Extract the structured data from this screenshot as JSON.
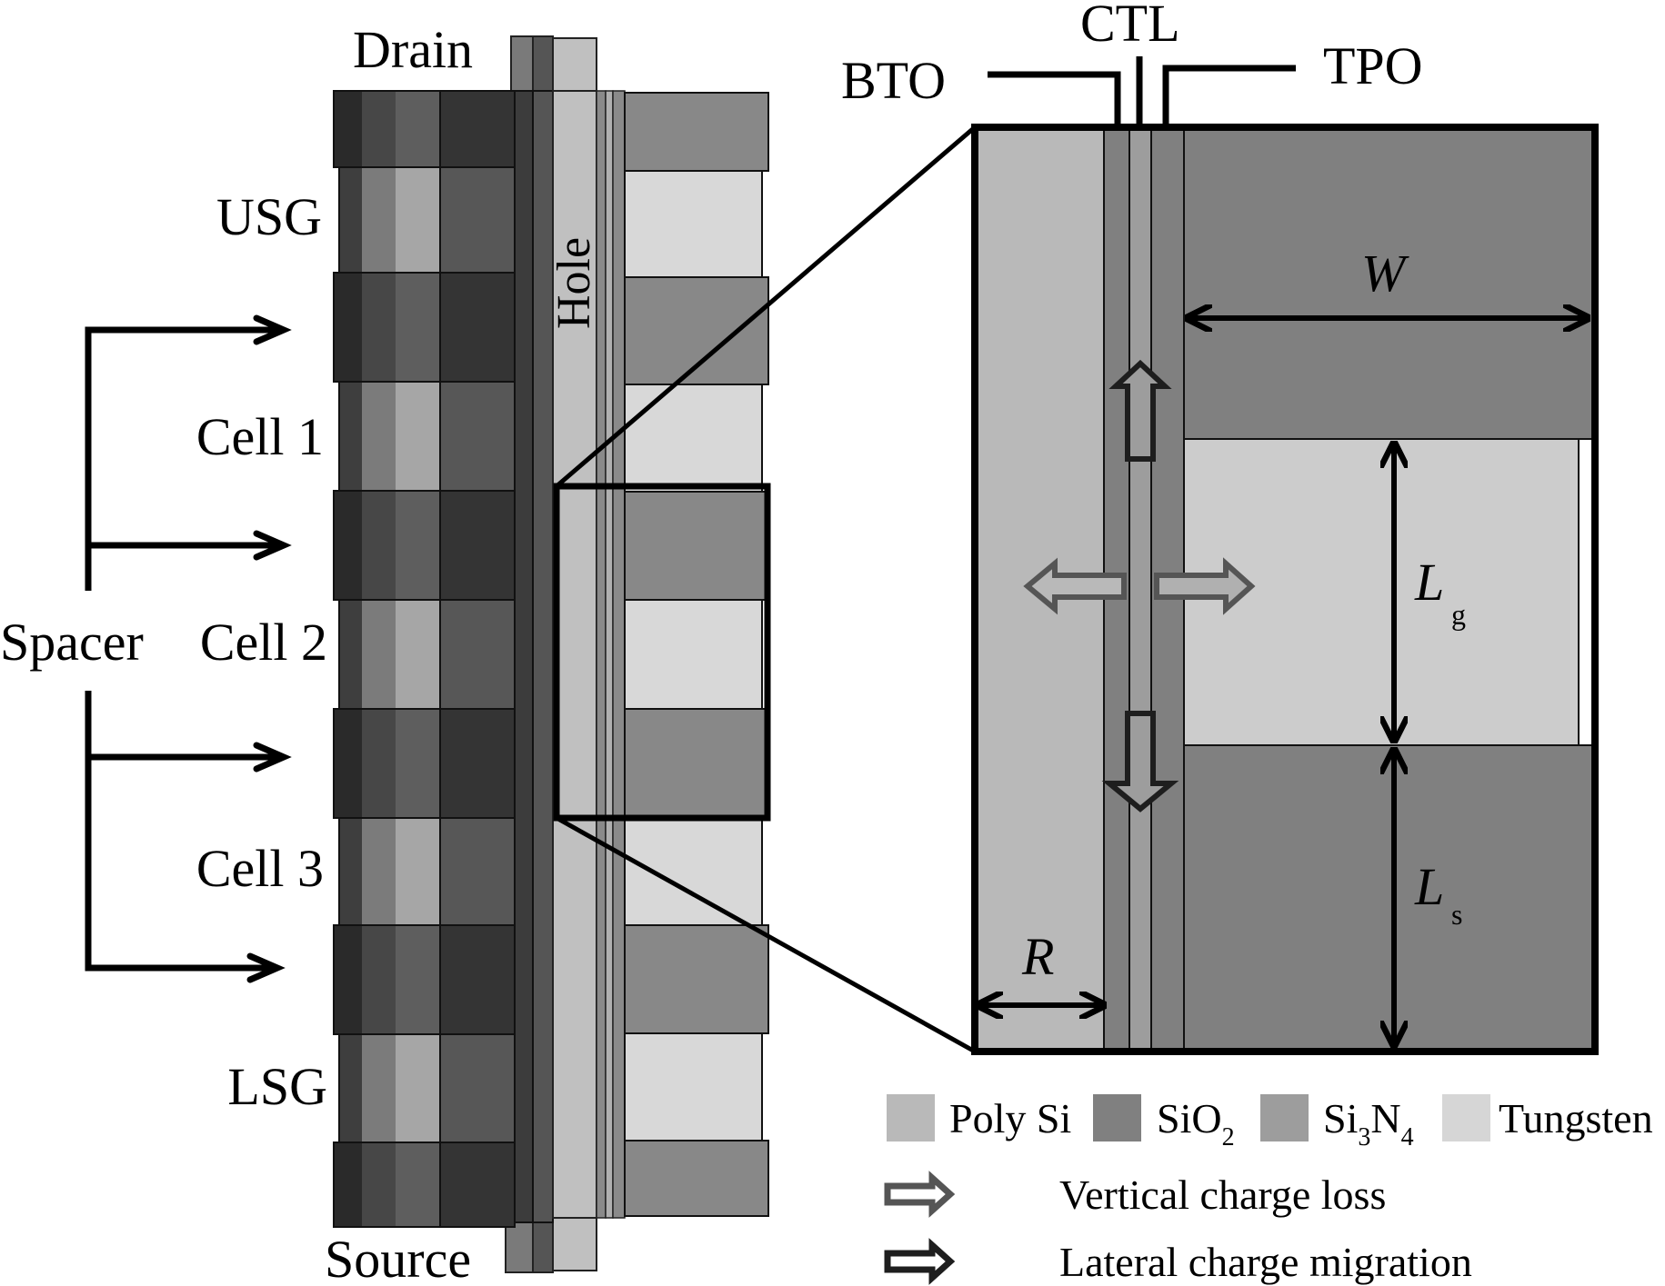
{
  "figure": {
    "column_labels": {
      "drain": "Drain",
      "usg": "USG",
      "cell1": "Cell 1",
      "spacer": "Spacer",
      "cell2": "Cell 2",
      "cell3": "Cell 3",
      "lsg": "LSG",
      "source": "Source",
      "hole": "Hole"
    },
    "layer_labels": {
      "bto": "BTO",
      "ctl": "CTL",
      "tpo": "TPO"
    },
    "dimensions": {
      "w": "W",
      "lg_main": "L",
      "lg_sub": "g",
      "ls_main": "L",
      "ls_sub": "s",
      "r": "R"
    },
    "legend": {
      "materials": [
        {
          "name": "Poly Si",
          "main": "Poly Si",
          "sub1": "",
          "mid": "",
          "sub2": "",
          "color": "#b9b9b9"
        },
        {
          "name": "SiO2",
          "main": "SiO",
          "sub1": "2",
          "mid": "",
          "sub2": "",
          "color": "#808080"
        },
        {
          "name": "Si3N4",
          "main": "Si",
          "sub1": "3",
          "mid": "N",
          "sub2": "4",
          "color": "#9d9d9d"
        },
        {
          "name": "Tungsten",
          "main": "Tungsten",
          "sub1": "",
          "mid": "",
          "sub2": "",
          "color": "#d6d6d6"
        }
      ],
      "arrows": [
        {
          "label": "Vertical charge loss",
          "color": "#555555"
        },
        {
          "label": "Lateral charge migration",
          "color": "#1e1e1e"
        }
      ]
    },
    "colors": {
      "poly_si": "#b9b9b9",
      "sio2": "#808080",
      "si3n4": "#9d9d9d",
      "tungsten": "#d6d6d6",
      "stack_dark": "#343434",
      "stack_mid": "#575757",
      "stack_light": "#a6a6a6"
    }
  }
}
